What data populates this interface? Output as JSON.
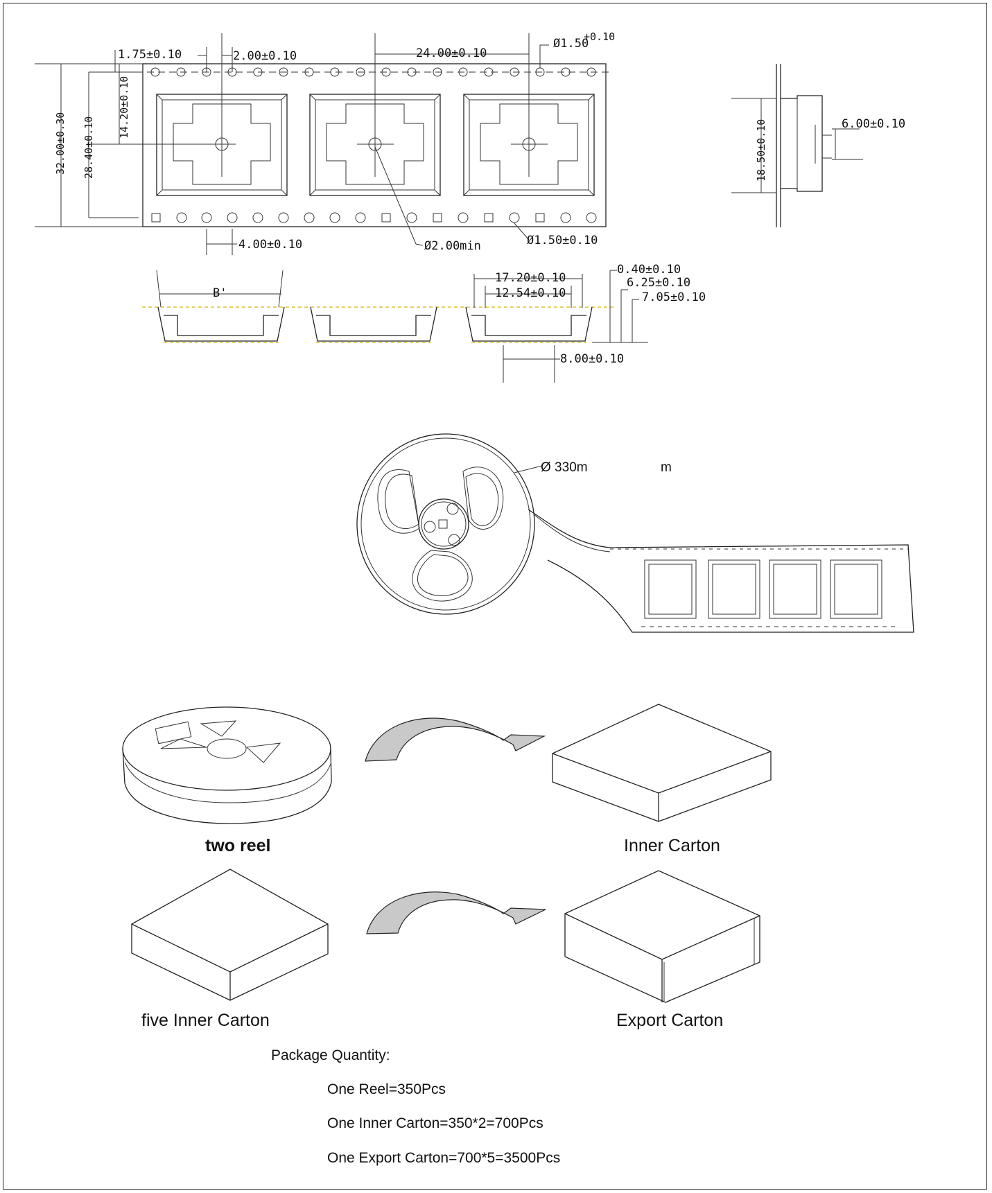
{
  "dimensions": {
    "d_1_75": "1.75±0.10",
    "d_2_00": "2.00±0.10",
    "d_24_00": "24.00±0.10",
    "d_hole": "Ø1.50",
    "d_hole_tol": "+0.10",
    "d_32_00": "32.00±0.30",
    "d_28_40": "28.40±0.10",
    "d_14_20": "14.20±0.10",
    "d_18_50": "18.50±0.10",
    "d_6_00": "6.00±0.10",
    "d_4_00": "4.00±0.10",
    "d_2_00min": "Ø2.00min",
    "d_1_50": "Ø1.50±0.10",
    "d_b": "B'",
    "d_17_20": "17.20±0.10",
    "d_12_54": "12.54±0.10",
    "d_0_40": "0.40±0.10",
    "d_6_25": "6.25±0.10",
    "d_7_05": "7.05±0.10",
    "d_8_00": "8.00±0.10",
    "reel_diameter": "Ø 330m",
    "reel_diameter_suffix": "m"
  },
  "labels": {
    "two_reel": "two  reel",
    "inner_carton": "Inner Carton",
    "five_inner_carton": "five  Inner Carton",
    "export_carton": "Export Carton"
  },
  "package": {
    "title": "Package Quantity:",
    "reel": "One Reel=350Pcs",
    "inner": "One Inner Carton=350*2=700Pcs",
    "export": "One Export Carton=700*5=3500Pcs"
  }
}
